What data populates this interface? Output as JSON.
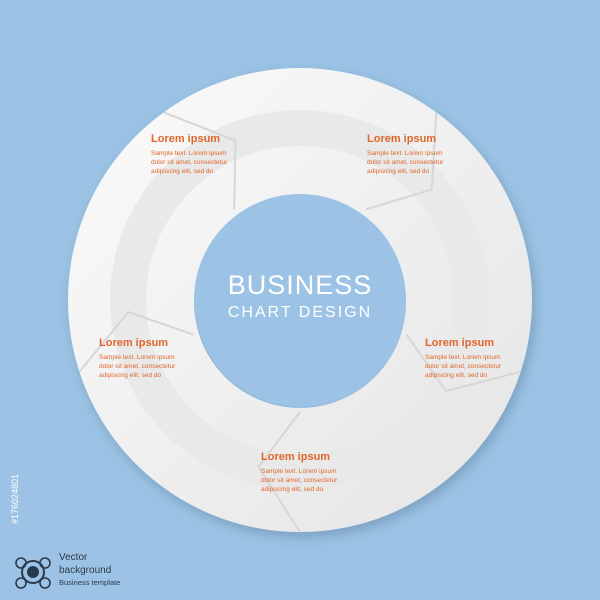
{
  "center": {
    "title": "BUSINESS",
    "subtitle": "CHART DESIGN"
  },
  "segments": [
    {
      "title": "Lorem ipsum",
      "lines": [
        "Sample text. Lorem ipsum",
        "dolor sit amet, consectetur",
        "adipiscing elit, sed do"
      ]
    },
    {
      "title": "Lorem ipsum",
      "lines": [
        "Sample text. Lorem ipsum",
        "dolor sit amet, consectetur",
        "adipiscing elit, sed do"
      ]
    },
    {
      "title": "Lorem ipsum",
      "lines": [
        "Sample text. Lorem ipsum",
        "dolor sit amet, consectetur",
        "adipiscing elit, sed do"
      ]
    },
    {
      "title": "Lorem ipsum",
      "lines": [
        "Sample text. Lorem ipsum",
        "dolor sit amet, consectetur",
        "adipiscing elit, sed do"
      ]
    },
    {
      "title": "Lorem ipsum",
      "lines": [
        "Sample text. Lorem ipsum",
        "dolor sit amet, consectetur",
        "adipiscing elit, sed do"
      ]
    }
  ],
  "footer": {
    "line1": "Vector",
    "line2": "background",
    "line3": "Business template"
  },
  "side_id": "#176024801",
  "colors": {
    "background": "#9cc3e5",
    "ring": "#f4f4f4",
    "accent": "#e0662a",
    "center_text": "#ffffff"
  }
}
